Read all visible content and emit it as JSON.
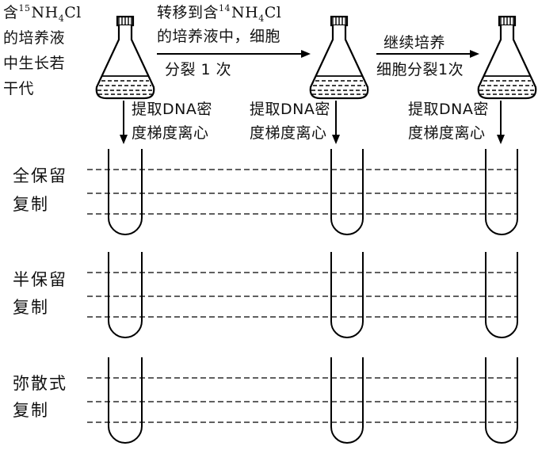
{
  "step1": {
    "line1_prefix": "含",
    "line1_sup": "15",
    "line1_chem": "NH",
    "line1_sub": "4",
    "line1_chem_end": "Cl",
    "line2": "的培养液",
    "line3": "中生长若",
    "line4": "干代"
  },
  "step2": {
    "line1_prefix": "转移到含",
    "line1_sup": "14",
    "line1_chem": "NH",
    "line1_sub": "4",
    "line1_chem_end": "Cl",
    "line2": "的培养液中，细胞",
    "line3": "分裂 1 次"
  },
  "step3": {
    "line1": "继续培养",
    "line2": "细胞分裂1次"
  },
  "extract_label": {
    "line1": "提取DNA密",
    "line2": "度梯度离心"
  },
  "hypotheses": [
    {
      "line1": "全保留",
      "line2": "复制"
    },
    {
      "line1": "半保留",
      "line2": "复制"
    },
    {
      "line1": "弥散式",
      "line2": "复制"
    }
  ]
}
